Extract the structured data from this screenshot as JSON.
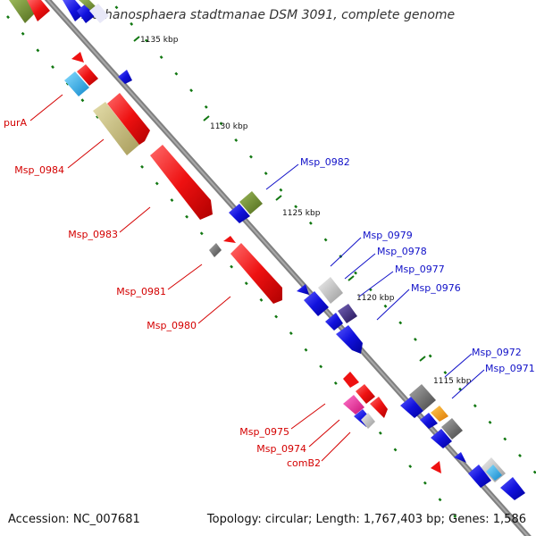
{
  "title": "Methanosphaera stadtmanae DSM 3091, complete genome",
  "footer": {
    "accession": "Accession: NC_007681",
    "summary": "Topology: circular; Length: 1,767,403 bp; Genes: 1,586"
  },
  "ticks": [
    "1135 kbp",
    "1130 kbp",
    "1125 kbp",
    "1120 kbp",
    "1115 kbp"
  ],
  "labels": {
    "reverse": [
      "purA",
      "Msp_0984",
      "Msp_0983",
      "Msp_0981",
      "Msp_0980",
      "Msp_0975",
      "Msp_0974",
      "comB2"
    ],
    "forward": [
      "Msp_0982",
      "Msp_0979",
      "Msp_0978",
      "Msp_0977",
      "Msp_0976",
      "Msp_0972",
      "Msp_0971"
    ]
  },
  "colors": {
    "reverse_label": "#d40000",
    "forward_label": "#1010c8",
    "cds_red": "#ee1111",
    "cds_blue": "#1111dd",
    "cds_olive": "#6b8a2a",
    "cds_khaki": "#c8c080",
    "cds_cyan": "#33bbee",
    "cds_grey": "#777777",
    "cds_lightgrey": "#c8c8c8",
    "cds_navy": "#443388",
    "cds_orange": "#ff9900",
    "cds_pink": "#ee3399",
    "backbone": "#808080",
    "tick": "#117711"
  }
}
